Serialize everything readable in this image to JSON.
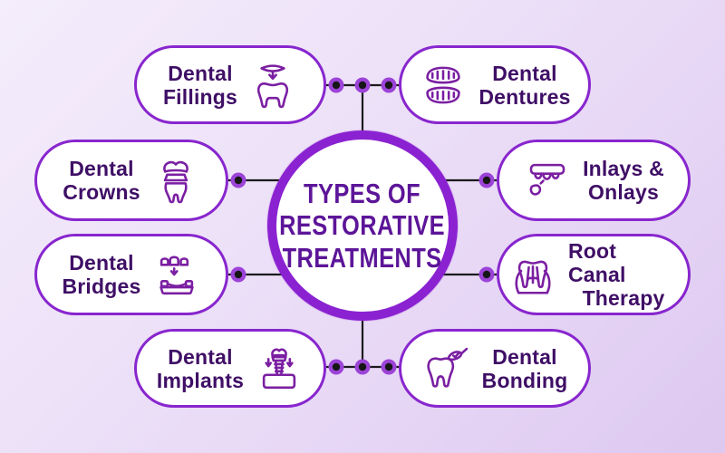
{
  "title": {
    "line1": "TYPES OF",
    "line2": "RESTORATIVE",
    "line3": "TREATMENTS"
  },
  "colors": {
    "background_from": "#F4EDFB",
    "background_to": "#DDC8F0",
    "pill_background": "#FFFFFF",
    "pill_border": "#8826CE",
    "pill_text": "#3F0F66",
    "circle_border": "#8B22D1",
    "circle_text": "#5C1598",
    "icon_stroke": "#7B1FA2",
    "connector_line": "#1A1A1A",
    "dot_ring": "#9C43D8",
    "dot_center": "#161616"
  },
  "nodes": [
    {
      "id": "dental-fillings",
      "line1": "Dental",
      "line2": "Fillings",
      "icon": "tooth-filling-icon",
      "icon_side": "right"
    },
    {
      "id": "dental-dentures",
      "line1": "Dental",
      "line2": "Dentures",
      "icon": "dentures-icon",
      "icon_side": "left"
    },
    {
      "id": "dental-crowns",
      "line1": "Dental",
      "line2": "Crowns",
      "icon": "dental-crown-icon",
      "icon_side": "right"
    },
    {
      "id": "inlays-onlays",
      "line1": "Inlays &",
      "line2": "Onlays",
      "icon": "inlay-onlay-icon",
      "icon_side": "left"
    },
    {
      "id": "dental-bridges",
      "line1": "Dental",
      "line2": "Bridges",
      "icon": "dental-bridge-icon",
      "icon_side": "right"
    },
    {
      "id": "root-canal-therapy",
      "line1": "Root Canal",
      "line2": "Therapy",
      "icon": "root-canal-icon",
      "icon_side": "left"
    },
    {
      "id": "dental-implants",
      "line1": "Dental",
      "line2": "Implants",
      "icon": "dental-implant-icon",
      "icon_side": "right"
    },
    {
      "id": "dental-bonding",
      "line1": "Dental",
      "line2": "Bonding",
      "icon": "dental-bonding-icon",
      "icon_side": "left"
    }
  ]
}
